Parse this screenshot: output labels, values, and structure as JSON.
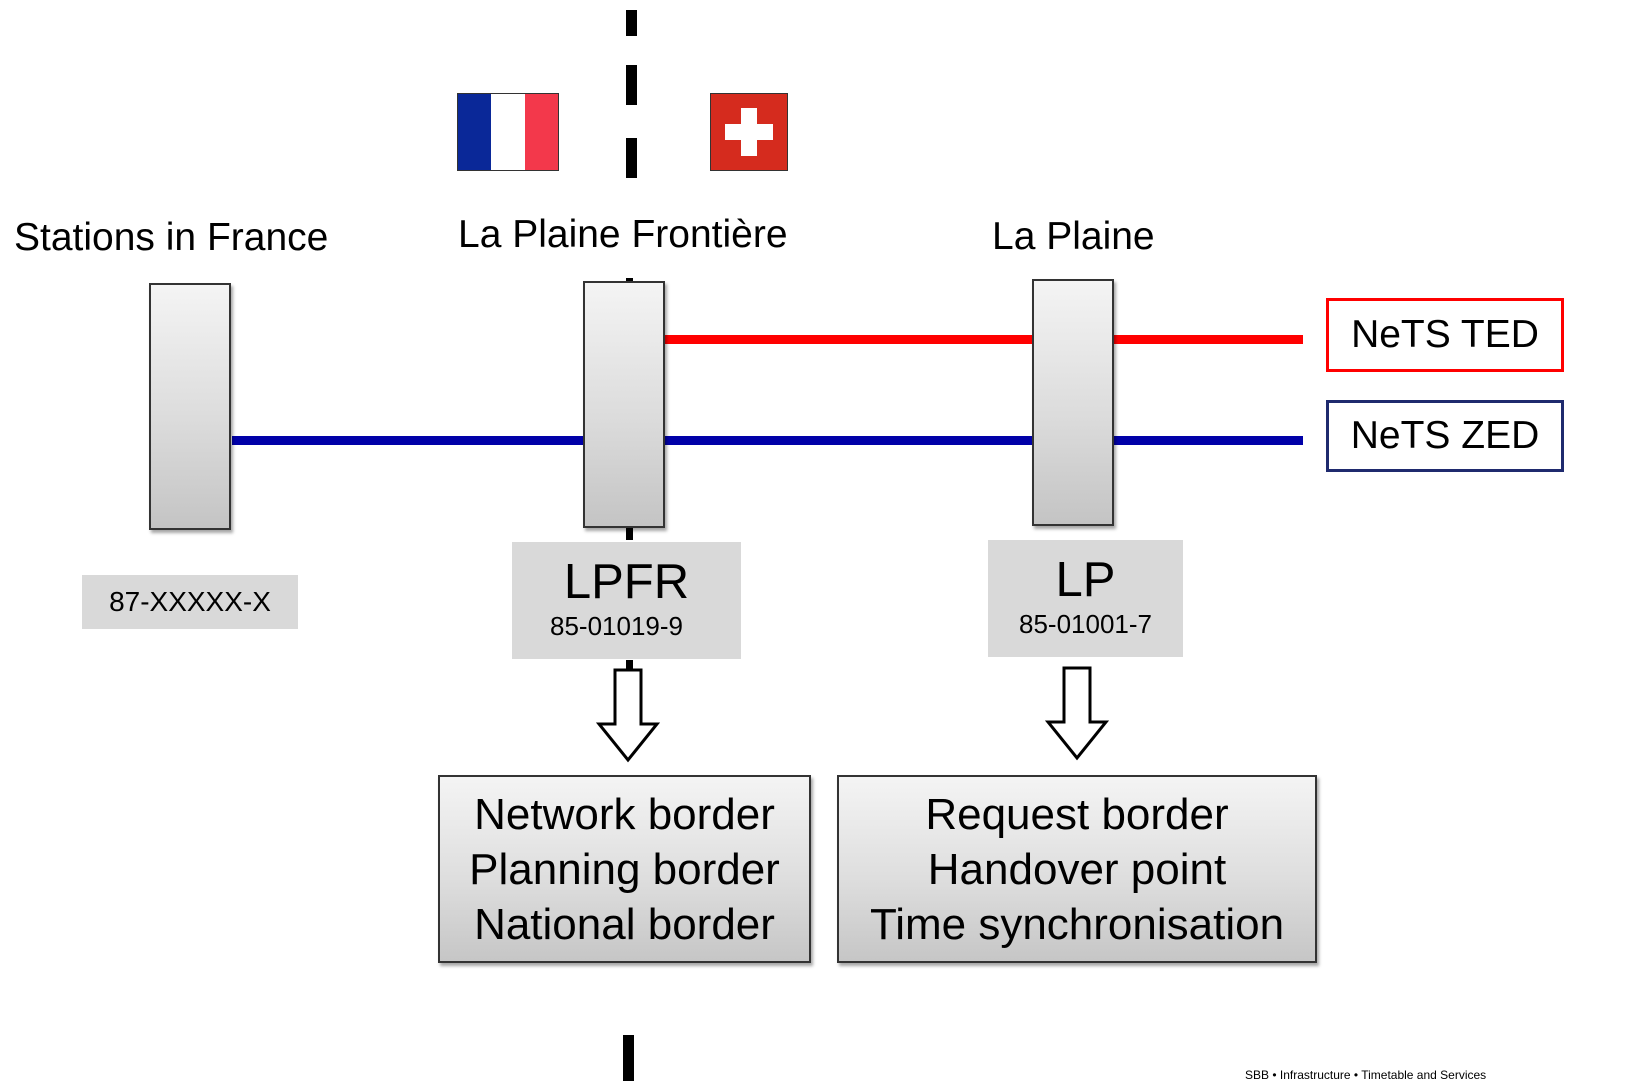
{
  "stations": [
    {
      "name": "Stations in France",
      "code": "87-XXXXX-X"
    },
    {
      "name": "La Plaine Frontière",
      "abbr": "LPFR",
      "code": "85-01019-9"
    },
    {
      "name": "La Plaine",
      "abbr": "LP",
      "code": "85-01001-7"
    }
  ],
  "legend": {
    "ted": {
      "label": "NeTS TED",
      "color": "#ff0000"
    },
    "zed": {
      "label": "NeTS ZED",
      "color": "#0000a8"
    }
  },
  "roles": {
    "border": [
      "Network border",
      "Planning border",
      "National border"
    ],
    "handover": [
      "Request border",
      "Handover point",
      "Time synchronisation"
    ]
  },
  "flags": {
    "france": {
      "colors": [
        "#0a2898",
        "#ffffff",
        "#f3384b"
      ]
    },
    "switzerland": {
      "colors": [
        "#d52b1e",
        "#ffffff"
      ]
    }
  },
  "footer": "SBB • Infrastructure • Timetable and Services"
}
